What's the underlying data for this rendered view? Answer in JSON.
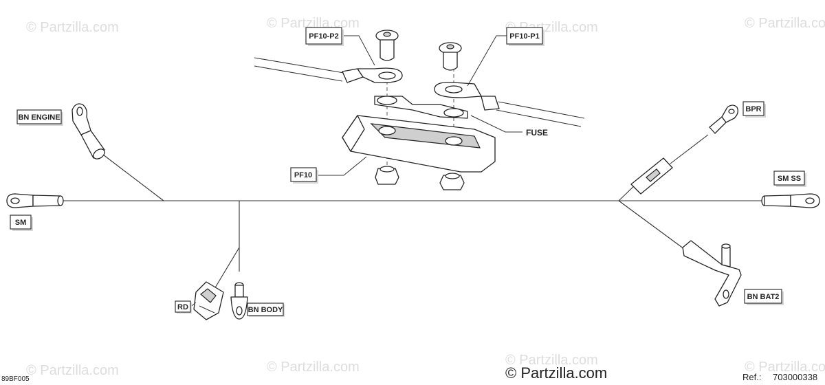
{
  "watermarks": [
    "© Partzilla.com",
    "© Partzilla.com",
    "© Partzilla.com",
    "© Partzilla.com",
    "© Partzilla.com",
    "© Partzilla.com",
    "© Partzilla.com",
    "© Partzilla.com"
  ],
  "labels": {
    "pf10_p2": "PF10-P2",
    "pf10_p1": "PF10-P1",
    "fuse": "FUSE",
    "pf10": "PF10",
    "bn_engine": "BN  ENGINE",
    "sm": "SM",
    "bpr": "BPR",
    "sm_ss": "SM  SS",
    "rd": "RD",
    "bn_body": "BN  BODY",
    "bn_bat2": "BN  BAT2"
  },
  "footer": {
    "diagram_code": "89BF005",
    "copyright": "© Partzilla.com",
    "ref_label": "Ref.:",
    "ref_number": "703000338"
  }
}
